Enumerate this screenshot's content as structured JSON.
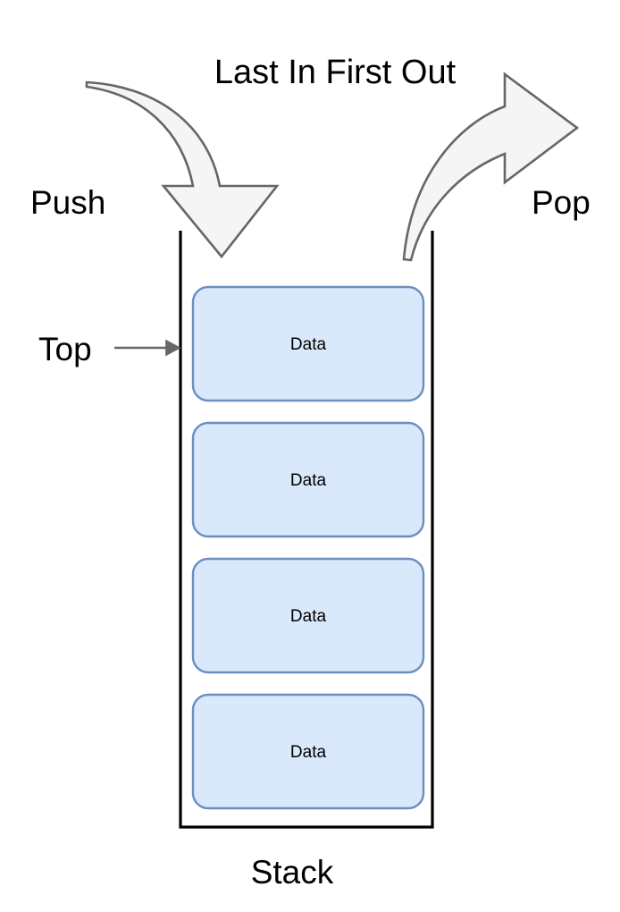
{
  "diagram": {
    "kind": "stack-data-structure",
    "title": "Last In First Out",
    "bottom_caption": "Stack",
    "labels": {
      "push": "Push",
      "pop": "Pop",
      "top": "Top"
    },
    "icons": {
      "push_arrow": "curved-down-arrow-icon",
      "pop_arrow": "curved-right-arrow-icon",
      "top_pointer": "right-arrow-icon"
    },
    "stack": {
      "cells": [
        {
          "label": "Data",
          "position": "top"
        },
        {
          "label": "Data",
          "position": "second"
        },
        {
          "label": "Data",
          "position": "third"
        },
        {
          "label": "Data",
          "position": "bottom"
        }
      ],
      "cell_count": 4
    },
    "colors": {
      "cell_fill": "#dae8fc",
      "cell_stroke": "#6c8ebf",
      "container_stroke": "#000000",
      "arrow_fill": "#f5f5f5",
      "arrow_stroke": "#666666",
      "pointer_stroke": "#666666",
      "text": "#000000",
      "background": "#ffffff"
    }
  }
}
